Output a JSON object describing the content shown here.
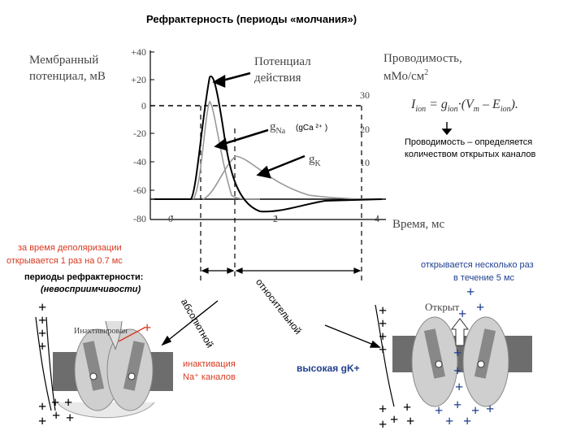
{
  "title": "Рефрактерность (периоды «молчания»)",
  "graph": {
    "ylabel_line1": "Мембранный",
    "ylabel_line2": "потенциал, мВ",
    "y_ticks": [
      "+40",
      "+20",
      "0",
      "-20",
      "-40",
      "-60",
      "-80"
    ],
    "x_ticks": [
      "0",
      "2",
      "4"
    ],
    "right_ticks": [
      "30",
      "20",
      "10"
    ],
    "right_label_line1": "Проводимость,",
    "right_label_line2": "мМо/см",
    "right_label_sup": "2",
    "xlabel": "Время, мс",
    "ap_label_line1": "Потенциал",
    "ap_label_line2": "действия",
    "gna_label": "g",
    "gna_sub": "Na",
    "gca_label": "(gCa ²⁺ )",
    "gk_label": "g",
    "gk_sub": "K"
  },
  "formula": {
    "lhs": "I",
    "lhs_sub": "ion",
    "eq": " = g",
    "g_sub": "ion",
    "mid": "·(V",
    "v_sub": "m",
    "minus": " – E",
    "e_sub": "ion",
    "end": ")."
  },
  "conductance_note": {
    "line1": "Проводимость – определяется",
    "line2": "количеством открытых каналов"
  },
  "left_note": {
    "line1": "за время деполяризации",
    "line2": "открывается 1 раз на 0.7 мс"
  },
  "refractory": {
    "line1": "периоды рефрактерности:",
    "line2": "(невосприимчивости)"
  },
  "absolute_label": "абсолютной",
  "relative_label": "относительной",
  "left_channel": {
    "state_label": "Инактивирован",
    "inactivation_line1": "инактивация",
    "inactivation_line2": "Na⁺ каналов"
  },
  "high_gk": "высокая gK+",
  "right_note": {
    "line1": "открывается несколько раз",
    "line2": "в течение 5 мс"
  },
  "right_channel": {
    "state_label": "Открыт"
  },
  "colors": {
    "red": "#d9381e",
    "blue": "#1f3f8f",
    "membrane": "#6d6d6d",
    "protein": "#cfcfcf"
  }
}
